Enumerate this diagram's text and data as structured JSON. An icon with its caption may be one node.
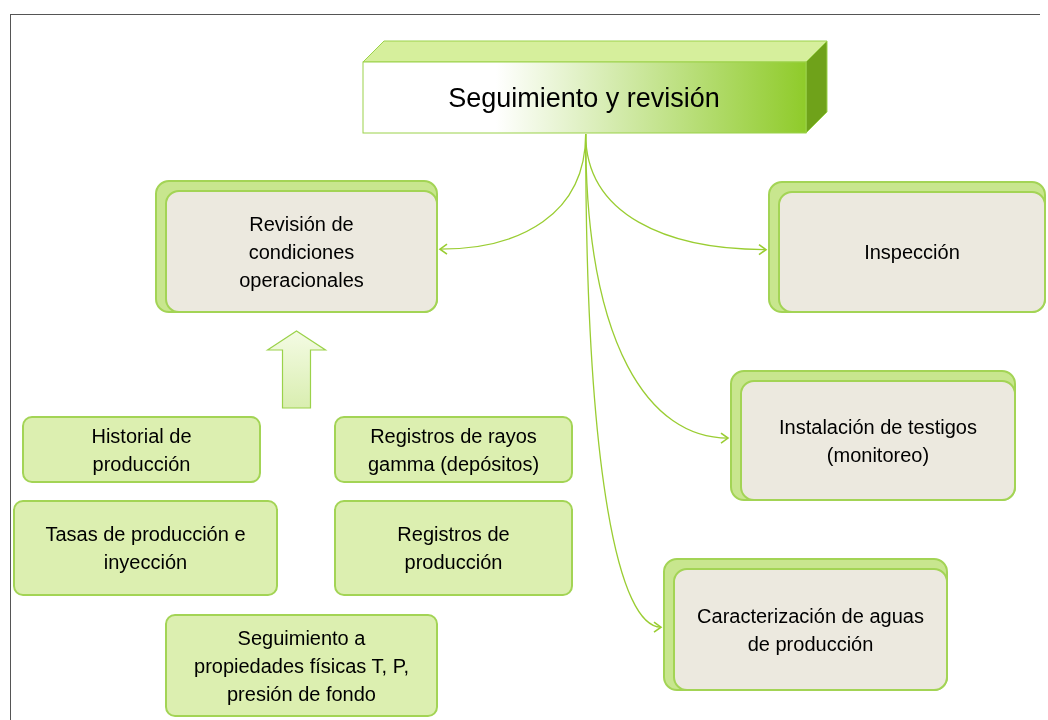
{
  "diagram": {
    "nodes": [
      {
        "text": [
          "Seguimiento y revisión"
        ]
      },
      {
        "text": [
          "Revisión de condiciones operacionales"
        ]
      },
      {
        "text": [
          "Inspección"
        ]
      },
      {
        "text": [
          "Instalación de testigos (monitoreo)"
        ]
      },
      {
        "text": [
          "Caracterización de aguas de producción"
        ]
      },
      {
        "text": [
          "Historial de producción"
        ]
      },
      {
        "text": [
          "Registros de rayos gamma (depósitos)"
        ]
      },
      {
        "text": [
          "Tasas de producción e inyección"
        ]
      },
      {
        "text": [
          "Registros de producción"
        ]
      },
      {
        "text": [
          "Seguimiento a propiedades físicas T, P, presión de fondo"
        ]
      }
    ],
    "edges": [
      {
        "from": 0,
        "to": 1,
        "arrow": "to"
      },
      {
        "from": 0,
        "to": 2,
        "arrow": "to"
      },
      {
        "from": 0,
        "to": 3,
        "arrow": "to"
      },
      {
        "from": 0,
        "to": 4,
        "arrow": "to"
      },
      {
        "from": null,
        "to": 1,
        "arrow": "to",
        "style": "thick"
      }
    ]
  }
}
